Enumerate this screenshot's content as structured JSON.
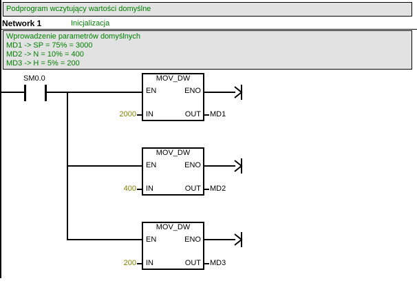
{
  "header": {
    "title": "Podprogram wczytujący wartości domyślne"
  },
  "network": {
    "label": "Network 1",
    "title": "Inicjalizacja"
  },
  "comment": {
    "line1": "Wprowadzenie parametrów domyślnych",
    "line2": "MD1 -> SP = 75% = 3000",
    "line3": "MD2 -> N = 10% = 400",
    "line4": "MD3 -> H = 5% = 200"
  },
  "ladder": {
    "contact_label": "SM0.0",
    "rungs": [
      {
        "block_title": "MOV_DW",
        "en_label": "EN",
        "eno_label": "ENO",
        "in_label": "IN",
        "out_label": "OUT",
        "in_value": "2000",
        "out_operand": "MD1"
      },
      {
        "block_title": "MOV_DW",
        "en_label": "EN",
        "eno_label": "ENO",
        "in_label": "IN",
        "out_label": "OUT",
        "in_value": "400",
        "out_operand": "MD2"
      },
      {
        "block_title": "MOV_DW",
        "en_label": "EN",
        "eno_label": "ENO",
        "in_label": "IN",
        "out_label": "OUT",
        "in_value": "200",
        "out_operand": "MD3"
      }
    ]
  },
  "colors": {
    "green": "#008000",
    "olive": "#808000",
    "panel-fill": "#e2e2e2"
  }
}
